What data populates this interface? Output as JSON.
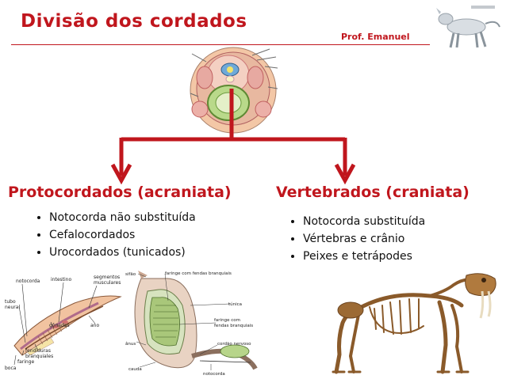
{
  "header": {
    "title": "Divisão dos cordados",
    "author": "Prof. Emanuel"
  },
  "columns": {
    "left": {
      "title": "Protocordados (acraniata)",
      "items": [
        "Notocorda não substituída",
        "Cefalocordados",
        "Urocordados (tunicados)"
      ]
    },
    "right": {
      "title": "Vertebrados (craniata)",
      "items": [
        "Notocorda substituída",
        "Vértebras e crânio",
        "Peixes e tetrápodes"
      ]
    }
  },
  "figures": {
    "amphioxus_labels": {
      "notocorda": "notocorda",
      "intestino": "intestino",
      "segmentos": "segmentos",
      "musculares": "musculares",
      "tubo": "tubo",
      "neural": "neural",
      "gonadas": "gônadas",
      "ano": "ano",
      "fendiduras": "fendiduras",
      "branquiales": "branquiales",
      "faringe": "faringe",
      "boca": "boca"
    },
    "tunicate_labels": {
      "sifao": "sifão",
      "faringe_fendas": "faringe com fendas branquiais",
      "tunica": "túnica",
      "faringe2": "faringe com",
      "fendas2": "fendas branquiais",
      "cordao": "cordão nervoso",
      "anus": "ânus",
      "cauda": "cauda",
      "notocorda": "notocorda"
    }
  },
  "colors": {
    "accent": "#c0161d",
    "text": "#111111"
  }
}
